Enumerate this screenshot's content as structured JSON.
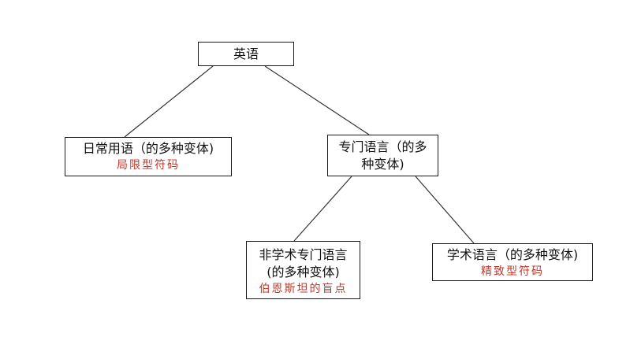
{
  "diagram": {
    "root": {
      "label": "英语"
    },
    "daily": {
      "label": "日常用语（的多种变体)",
      "note": "局限型符码"
    },
    "special": {
      "label_line1": "专门语言（的多",
      "label_line2": "种变体)"
    },
    "nonacademic": {
      "label_line1": "非学术专门语言",
      "label_line2": "(的多种变体)",
      "note": "伯恩斯坦的盲点"
    },
    "academic": {
      "label": "学术语言（的多种变体)",
      "note": "精致型符码"
    }
  },
  "colors": {
    "line": "#333333",
    "border": "#1a1a1a",
    "note_red": "#c0392b"
  }
}
